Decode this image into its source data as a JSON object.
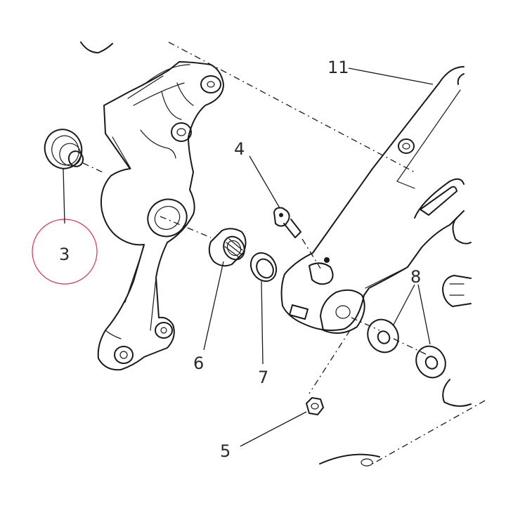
{
  "callouts": {
    "c3": "3",
    "c4": "4",
    "c5": "5",
    "c6": "6",
    "c7": "7",
    "c8": "8",
    "c11": "11"
  },
  "colors": {
    "line": "#1a1a1a",
    "highlight_circle": "#d9324a",
    "background": "#ffffff"
  }
}
